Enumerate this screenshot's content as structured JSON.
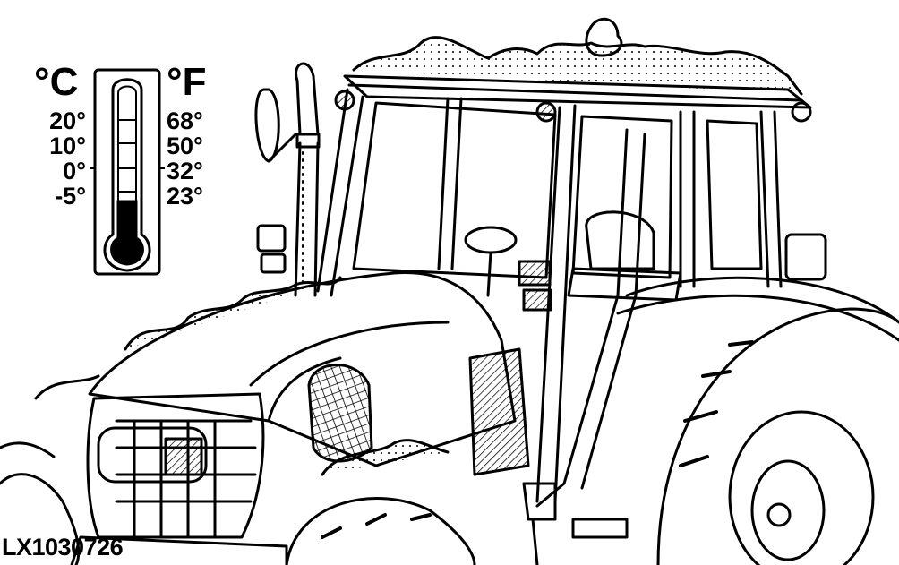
{
  "thermometer": {
    "celsius_unit": "°C",
    "fahrenheit_unit": "°F",
    "celsius_ticks": [
      "20°",
      "10°",
      "0°",
      "-5°"
    ],
    "fahrenheit_ticks": [
      "68°",
      "50°",
      "32°",
      "23°"
    ]
  },
  "image_code": "LX1030726",
  "colors": {
    "ink": "#000000",
    "paper": "#ffffff"
  }
}
